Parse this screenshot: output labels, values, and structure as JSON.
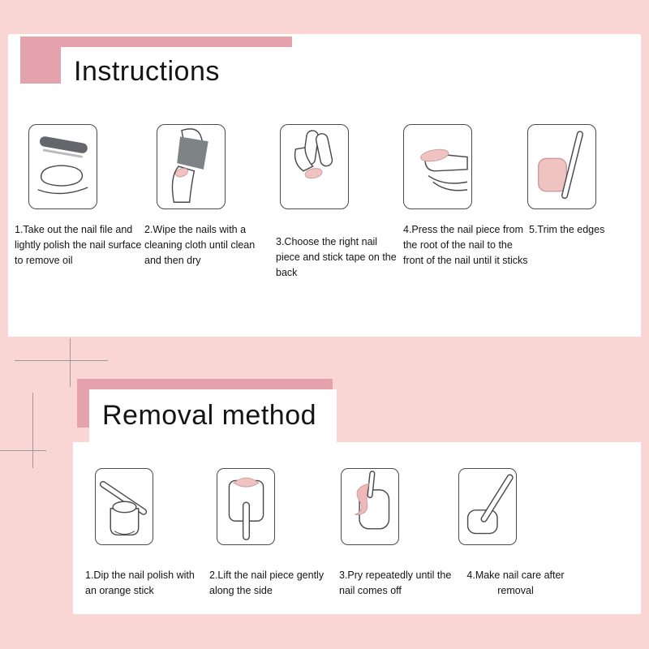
{
  "colors": {
    "background": "#f9d5d3",
    "title_band": "#e5a2ad",
    "panel": "#ffffff",
    "nail_pink": "#f0c3c3",
    "outline": "#4a4a4a"
  },
  "sections": [
    {
      "title": "Instructions",
      "steps": [
        {
          "icon": "nail-file-icon",
          "caption": "1.Take out the nail file and lightly polish the nail surface to remove oil"
        },
        {
          "icon": "wipe-cloth-icon",
          "caption": "2.Wipe the nails with a cleaning cloth until clean and then dry"
        },
        {
          "icon": "nail-piece-icon",
          "caption": "3.Choose the right nail piece and stick tape on the back"
        },
        {
          "icon": "press-nail-icon",
          "caption": "4.Press the nail piece from the root of the nail to the front of the nail until it sticks"
        },
        {
          "icon": "trim-edges-icon",
          "caption": "5.Trim the edges"
        }
      ]
    },
    {
      "title": "Removal method",
      "steps": [
        {
          "icon": "dip-stick-icon",
          "caption": "1.Dip the nail polish with an orange stick"
        },
        {
          "icon": "lift-piece-icon",
          "caption": "2.Lift the nail piece gently along the side"
        },
        {
          "icon": "pry-nail-icon",
          "caption": "3.Pry repeatedly until the nail comes off"
        },
        {
          "icon": "nail-care-icon",
          "caption": "4.Make nail care after removal"
        }
      ]
    }
  ]
}
